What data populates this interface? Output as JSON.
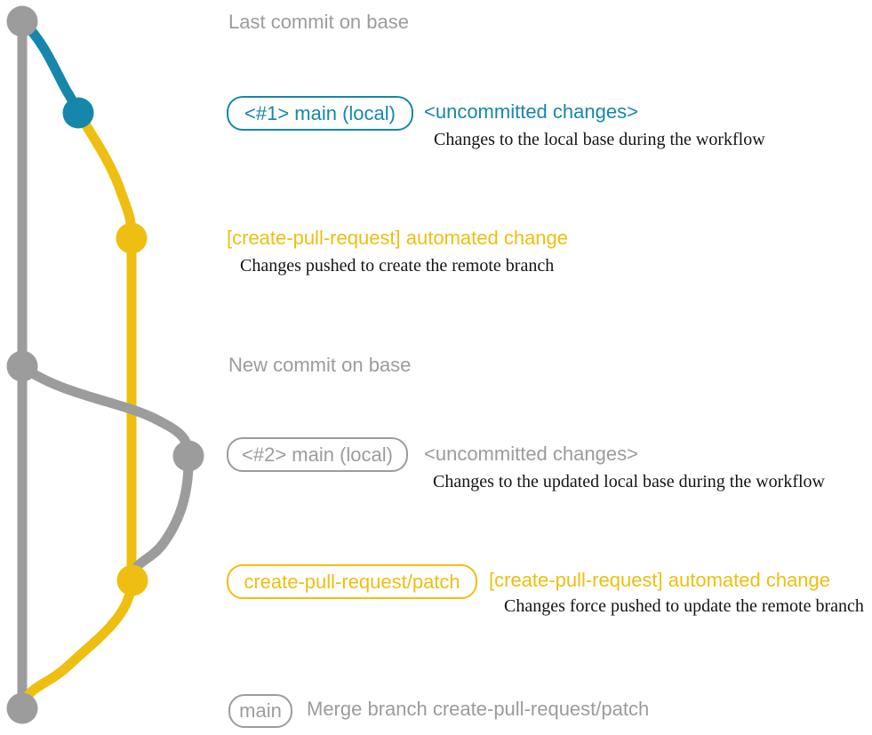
{
  "colors": {
    "bg": "#ffffff",
    "gray": "#9c9c9c",
    "blue": "#1687ab",
    "yellow": "#eebf10",
    "ink": "#141414"
  },
  "rows": {
    "last_commit": {
      "label": "Last commit on base"
    },
    "local_main_1": {
      "badge": "<#1> main (local)",
      "title": "<uncommitted changes>",
      "caption": "Changes to the local base during the workflow"
    },
    "pr_create": {
      "title": "[create-pull-request] automated change",
      "caption": "Changes pushed to create the remote branch"
    },
    "new_commit": {
      "label": "New commit on base"
    },
    "local_main_2": {
      "badge": "<#2> main (local)",
      "title": "<uncommitted changes>",
      "caption": "Changes to the updated local base during the workflow"
    },
    "pr_update": {
      "badge": "create-pull-request/patch",
      "title": "[create-pull-request] automated change",
      "caption": "Changes force pushed to update the remote branch"
    },
    "merge": {
      "badge": "main",
      "label": "Merge branch create-pull-request/patch"
    }
  }
}
